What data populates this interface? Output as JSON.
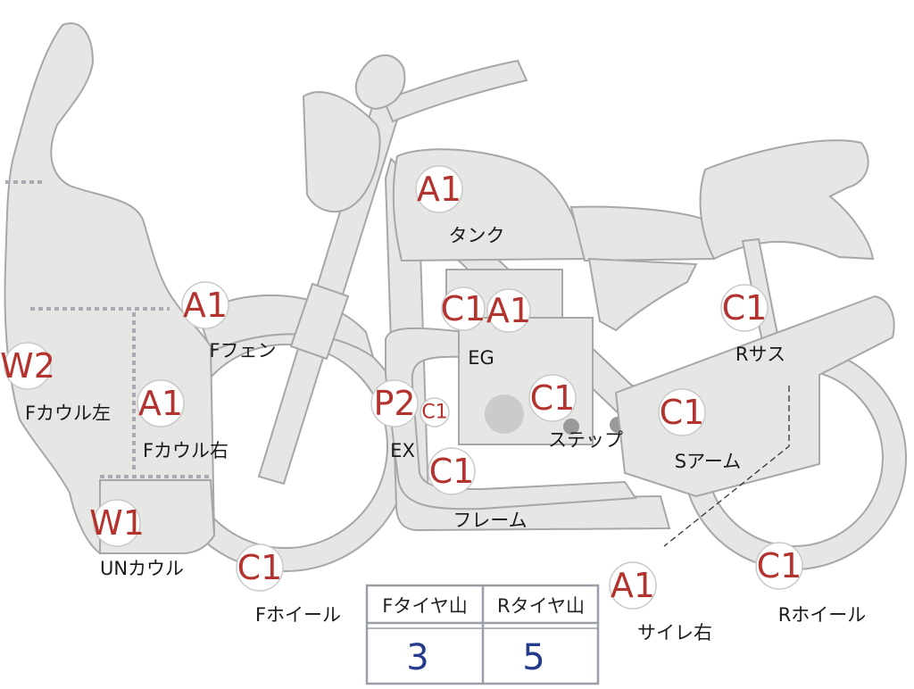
{
  "parts": [
    {
      "id": "tank",
      "grade": "A1",
      "label": "タンク"
    },
    {
      "id": "f-fender",
      "grade": "A1",
      "label": "Fフェン"
    },
    {
      "id": "engine",
      "grade": "C1",
      "grade2": "A1",
      "label": "EG"
    },
    {
      "id": "r-suspension",
      "grade": "C1",
      "label": "Rサス"
    },
    {
      "id": "f-cowl-left",
      "grade": "W2",
      "label": "Fカウル左"
    },
    {
      "id": "f-cowl-right",
      "grade": "A1",
      "label": "Fカウル右"
    },
    {
      "id": "exhaust",
      "grade": "P2",
      "grade2": "C1",
      "label": "EX"
    },
    {
      "id": "step",
      "grade": "C1",
      "label": "ステップ"
    },
    {
      "id": "swing-arm",
      "grade": "C1",
      "label": "Sアーム"
    },
    {
      "id": "frame",
      "grade": "C1",
      "label": "フレーム"
    },
    {
      "id": "under-cowl",
      "grade": "W1",
      "label": "UNカウル"
    },
    {
      "id": "f-wheel",
      "grade": "C1",
      "label": "Fホイール"
    },
    {
      "id": "r-wheel",
      "grade": "C1",
      "label": "Rホイール"
    },
    {
      "id": "muffler-right",
      "grade": "A1",
      "label": "サイレ右"
    }
  ],
  "tire_table": {
    "front_header": "Fタイヤ山",
    "rear_header": "Rタイヤ山",
    "front_value": "3",
    "rear_value": "5"
  }
}
